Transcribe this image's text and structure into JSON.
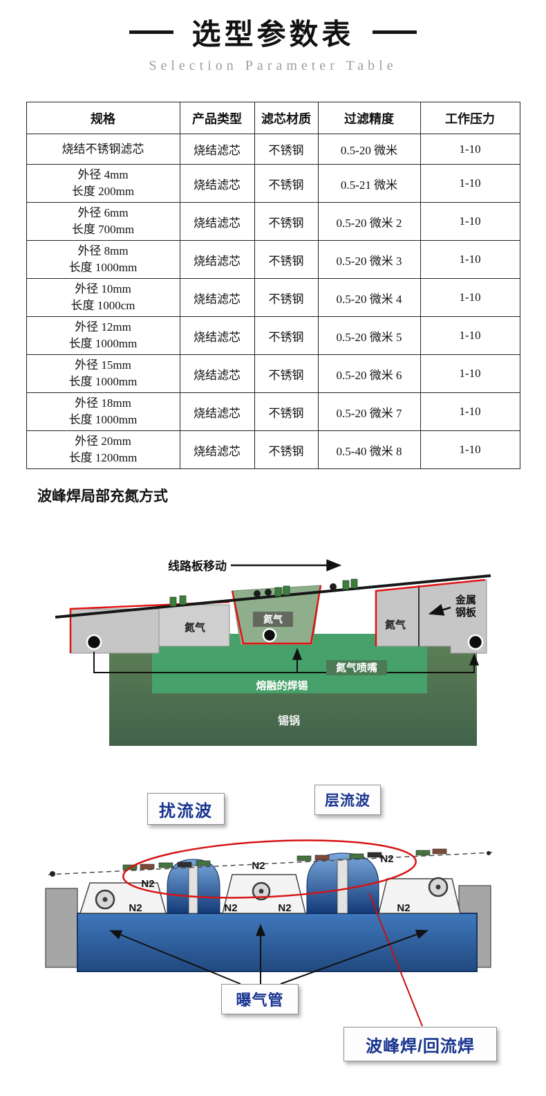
{
  "header": {
    "title": "选型参数表",
    "subtitle": "Selection Parameter Table"
  },
  "table": {
    "columns": [
      "规格",
      "产品类型",
      "滤芯材质",
      "过滤精度",
      "工作压力"
    ],
    "rows": [
      {
        "spec1": "烧结不锈钢滤芯",
        "spec2": "",
        "type": "烧结滤芯",
        "material": "不锈钢",
        "precision": "0.5-20 微米",
        "pressure": "1-10"
      },
      {
        "spec1": "外径 4mm",
        "spec2": "长度 200mm",
        "type": "烧结滤芯",
        "material": "不锈钢",
        "precision": "0.5-21 微米",
        "pressure": "1-10"
      },
      {
        "spec1": "外径 6mm",
        "spec2": "长度 700mm",
        "type": "烧结滤芯",
        "material": "不锈钢",
        "precision": "0.5-20 微米 2",
        "pressure": "1-10"
      },
      {
        "spec1": "外径 8mm",
        "spec2": "长度 1000mm",
        "type": "烧结滤芯",
        "material": "不锈钢",
        "precision": "0.5-20 微米 3",
        "pressure": "1-10"
      },
      {
        "spec1": "外径 10mm",
        "spec2": "长度 1000cm",
        "type": "烧结滤芯",
        "material": "不锈钢",
        "precision": "0.5-20 微米 4",
        "pressure": "1-10"
      },
      {
        "spec1": "外径 12mm",
        "spec2": "长度 1000mm",
        "type": "烧结滤芯",
        "material": "不锈钢",
        "precision": "0.5-20 微米 5",
        "pressure": "1-10"
      },
      {
        "spec1": "外径 15mm",
        "spec2": "长度 1000mm",
        "type": "烧结滤芯",
        "material": "不锈钢",
        "precision": "0.5-20 微米 6",
        "pressure": "1-10"
      },
      {
        "spec1": "外径 18mm",
        "spec2": "长度 1000mm",
        "type": "烧结滤芯",
        "material": "不锈钢",
        "precision": "0.5-20 微米 7",
        "pressure": "1-10"
      },
      {
        "spec1": "外径 20mm",
        "spec2": "长度 1200mm",
        "type": "烧结滤芯",
        "material": "不锈钢",
        "precision": "0.5-40 微米 8",
        "pressure": "1-10"
      }
    ]
  },
  "section": {
    "heading": "波峰焊局部充氮方式"
  },
  "diagram1": {
    "board_move": "线路板移动",
    "n2_left": "氮气",
    "n2_center": "氮气",
    "n2_right": "氮气",
    "metal_plate_line1": "金属",
    "metal_plate_line2": "钢板",
    "n2_nozzle": "氮气喷嘴",
    "molten_solder": "熔融的焊锡",
    "tin_pot": "锡锅"
  },
  "diagram2": {
    "turbulent_wave": "扰流波",
    "laminar_wave": "层流波",
    "n2": "N2",
    "aeration_pipe": "曝气管",
    "wave_reflow": "波峰焊/回流焊"
  },
  "colors": {
    "accent_blue": "#16338f",
    "diagram_red": "#d61313",
    "pot_green": "#4c7a55",
    "tank_blue": "#2f66ad",
    "subtitle_gray": "#9e9e9e"
  }
}
